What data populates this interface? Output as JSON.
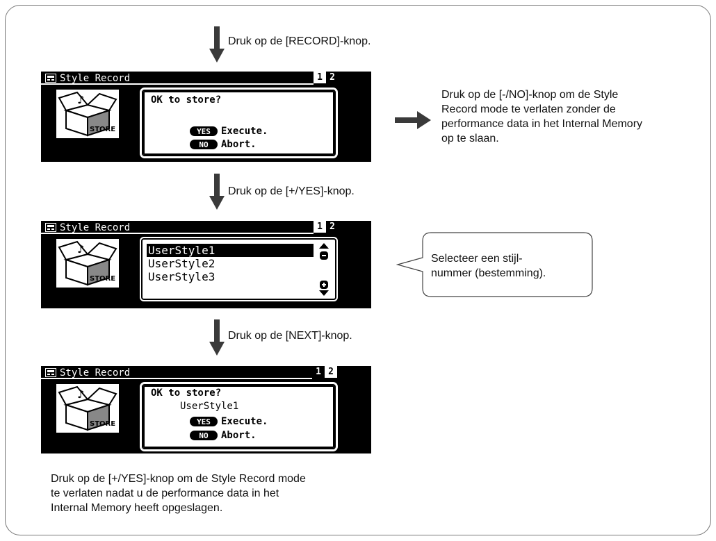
{
  "steps": {
    "record": "Druk op de [RECORD]-knop.",
    "yes": "Druk op de [+/YES]-knop.",
    "next": "Druk op de [NEXT]-knop."
  },
  "side_note": {
    "line1": "Druk op de [-/NO]-knop om de Style",
    "line2": "Record mode te verlaten zonder de",
    "line3": "performance data in het Internal Memory",
    "line4": "op te slaan."
  },
  "callout": {
    "line1": "Selecteer een stijl-",
    "line2": "nummer (bestemming)."
  },
  "final_note": {
    "line1": "Druk op de [+/YES]-knop om de Style Record mode",
    "line2": "te verlaten nadat u de performance data in het",
    "line3": "Internal Memory heeft opgeslagen."
  },
  "lcd1": {
    "title": "Style Record",
    "page1": "1",
    "page2": "2",
    "question": "OK to store?",
    "yes_tag": "YES",
    "yes_label": "Execute.",
    "no_tag": "NO",
    "no_label": "Abort."
  },
  "lcd2": {
    "title": "Style Record",
    "page1": "1",
    "page2": "2",
    "items": [
      "UserStyle1",
      "UserStyle2",
      "UserStyle3"
    ]
  },
  "lcd3": {
    "title": "Style Record",
    "page1": "1",
    "page2": "2",
    "question": "OK to store?",
    "style_name": "UserStyle1",
    "yes_tag": "YES",
    "yes_label": "Execute.",
    "no_tag": "NO",
    "no_label": "Abort."
  },
  "icon_text": "STORE",
  "colors": {
    "lcd_bg": "#000000",
    "arrow": "#3a3a3a",
    "frame": "#777777"
  }
}
